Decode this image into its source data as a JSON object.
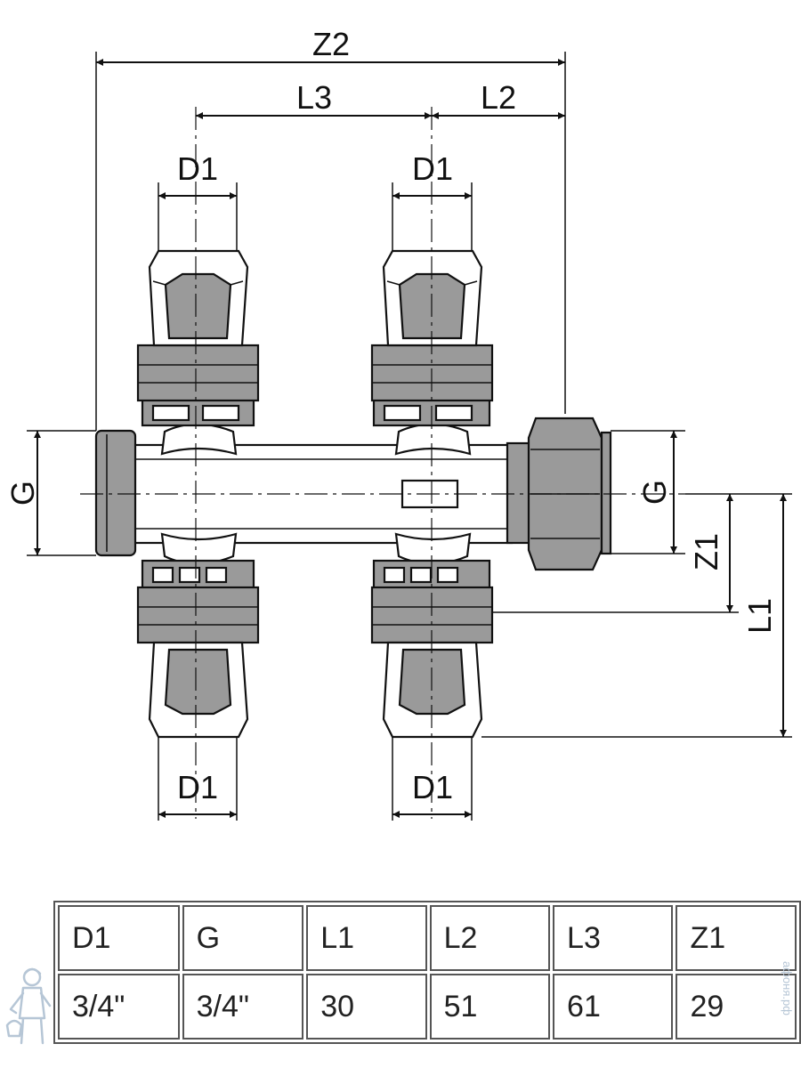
{
  "diagram": {
    "labels": {
      "z2": "Z2",
      "l3": "L3",
      "l2": "L2",
      "d1_top_left": "D1",
      "d1_top_right": "D1",
      "d1_bottom_left": "D1",
      "d1_bottom_right": "D1",
      "g_left": "G",
      "g_right": "G",
      "z1": "Z1",
      "l1": "L1"
    }
  },
  "spec_table": {
    "headers": [
      "D1",
      "G",
      "L1",
      "L2",
      "L3",
      "Z1"
    ],
    "values": [
      "3/4\"",
      "3/4\"",
      "30",
      "51",
      "61",
      "29"
    ]
  },
  "watermark": {
    "text": "афоня.рф"
  },
  "colors": {
    "ink": "#111111",
    "metal_fill": "#9a9a9a",
    "body_fill": "#ffffff",
    "table_border": "#555555",
    "watermark": "#b6c6d6"
  }
}
